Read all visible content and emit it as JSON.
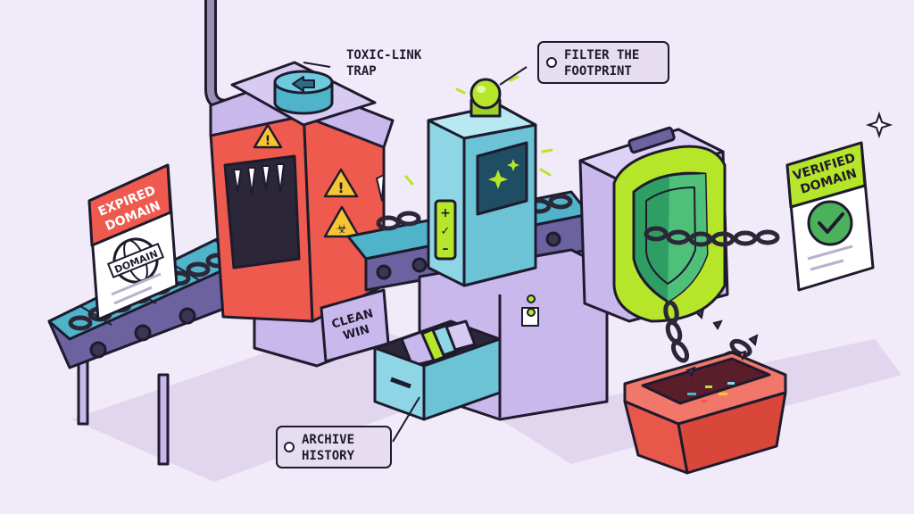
{
  "labels": {
    "toxic_line1": "TOXIC-LINK",
    "toxic_line2": "TRAP",
    "filter_line1": "FILTER THE",
    "filter_line2": "FOOTPRINT",
    "archive_line1": "ARCHIVE",
    "archive_line2": "HISTORY"
  },
  "signs": {
    "expired_line1": "EXPIRED",
    "expired_line2": "DOMAIN",
    "globe_text": "DOMAIN",
    "verified_line1": "VERIFIED",
    "verified_line2": "DOMAIN",
    "clean_line1": "CLEAN",
    "clean_line2": "WIN"
  },
  "colors": {
    "outline": "#1e1b2e",
    "background": "#f1eaf8",
    "belt": "#4fb3c9",
    "trap_red": "#ef5a4e",
    "machine_lavender": "#c9b8ec",
    "scanner_cyan": "#8ed6e6",
    "lime": "#b6e62a",
    "shield_green": "#2f9e63",
    "bin_red": "#e8584a",
    "verified_green": "#4bb15a",
    "warning_yellow": "#f7c531"
  },
  "icons": [
    "warning-icon",
    "biohazard-icon",
    "globe-icon",
    "checkmark-icon",
    "shield-icon",
    "chain-icon",
    "sparkle-icon",
    "arrow-button-icon"
  ]
}
